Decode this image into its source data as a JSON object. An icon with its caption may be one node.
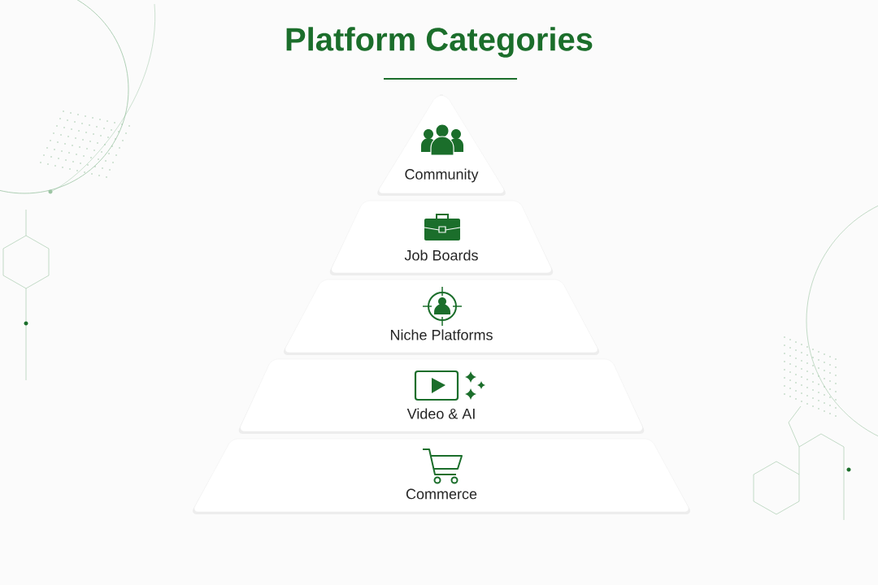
{
  "diagram": {
    "title": "Platform Categories",
    "nodes": [
      {
        "text": [
          "Community"
        ]
      },
      {
        "text": [
          "Job Boards"
        ]
      },
      {
        "text": [
          "Niche Platforms"
        ]
      },
      {
        "text": [
          "Video & AI"
        ]
      },
      {
        "text": [
          "Commerce"
        ]
      }
    ]
  }
}
